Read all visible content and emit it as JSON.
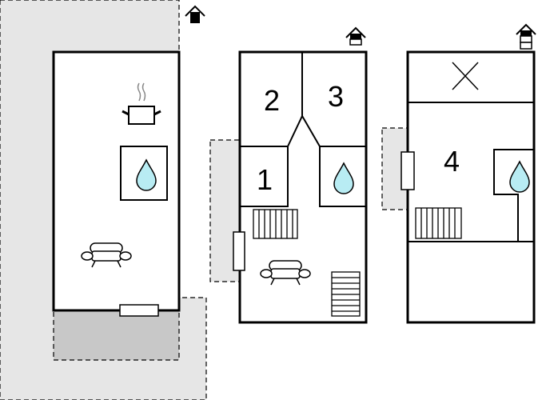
{
  "rooms": {
    "r1": "1",
    "r2": "2",
    "r3": "3",
    "r4": "4"
  },
  "colors": {
    "terrace": "#e6e6e6",
    "patio": "#c8c8c8",
    "water": "#b8ecf3",
    "line": "#000000"
  }
}
